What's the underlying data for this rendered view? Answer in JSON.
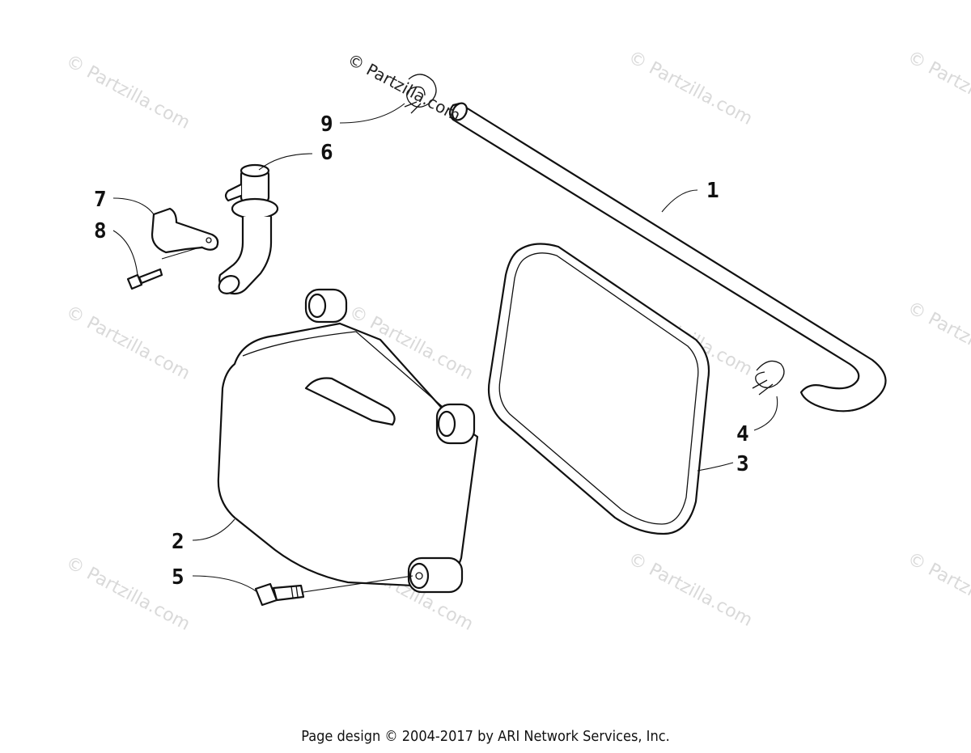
{
  "watermark": {
    "text": "© Partzilla.com"
  },
  "callouts": [
    {
      "label": "1"
    },
    {
      "label": "2"
    },
    {
      "label": "3"
    },
    {
      "label": "4"
    },
    {
      "label": "5"
    },
    {
      "label": "6"
    },
    {
      "label": "7"
    },
    {
      "label": "8"
    },
    {
      "label": "9"
    }
  ],
  "footer": {
    "text": "Page design © 2004-2017 by ARI Network Services, Inc."
  }
}
